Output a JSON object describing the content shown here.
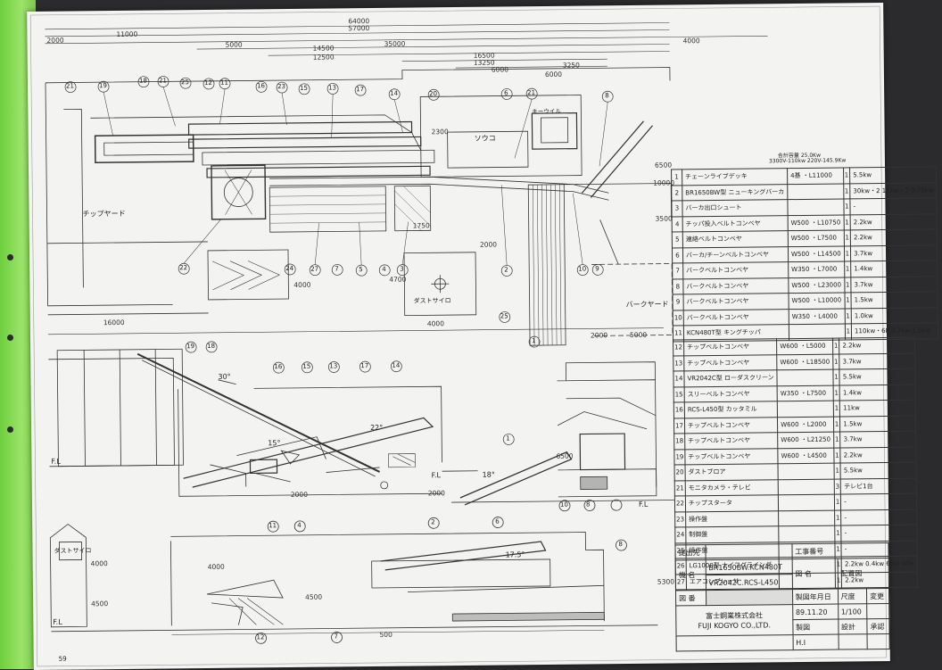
{
  "dimensions": {
    "top": [
      "64000",
      "57000",
      "2000",
      "11000",
      "5000",
      "14500",
      "12500",
      "35000",
      "16500",
      "13250",
      "6000",
      "6000",
      "3250",
      "4000",
      "2300",
      "10000",
      "6500",
      "3500",
      "2000",
      "4700",
      "4000",
      "16000",
      "2000",
      "5000",
      "4000",
      "1750"
    ],
    "side": [
      "2000",
      "2000",
      "6500",
      "4000",
      "4500",
      "4000",
      "500",
      "5300",
      "4500"
    ]
  },
  "labels": {
    "chip_yard": "チップヤード",
    "bark_yard": "バークヤード",
    "dust_silo": "ダストサイロ",
    "dust_silo_elev": "ダストサイロ",
    "souko": "ソウコ",
    "pool": "キーウイル",
    "fl1": "F.L",
    "fl2": "F.L",
    "fl3": "F.L",
    "fl4": "F.L",
    "angle1": "30°",
    "angle2": "15°",
    "angle3": "22°",
    "angle4": "18°",
    "angle5": "17.5°",
    "table_header1": "合計容量 25.0Kw",
    "table_header2": "3300V-110kw  220V-145.9Kw"
  },
  "callouts_plan": [
    "21",
    "19",
    "18",
    "21",
    "25",
    "12",
    "11",
    "16",
    "23",
    "15",
    "13",
    "17",
    "14",
    "20",
    "6",
    "21",
    "8",
    "22",
    "24",
    "27",
    "7",
    "5",
    "4",
    "3",
    "2",
    "10",
    "9",
    "25",
    "1"
  ],
  "callouts_elev": [
    "19",
    "18",
    "16",
    "15",
    "13",
    "17",
    "14",
    "1",
    "10",
    "8",
    "11",
    "4",
    "2",
    "6",
    "8",
    "12",
    "7"
  ],
  "equipment_top": [
    {
      "no": "1",
      "spec": "チェーンライブデッキ",
      "size": "4基 ・L11000",
      "qty": "1",
      "kw": "5.5kw"
    },
    {
      "no": "2",
      "spec": "BR1650BW型 ニューキングバーカ",
      "size": "",
      "qty": "1",
      "kw": "30kw・2 11kw・2 0.75kw"
    },
    {
      "no": "3",
      "spec": "バーカ出口シュート",
      "size": "",
      "qty": "1",
      "kw": "-"
    },
    {
      "no": "4",
      "spec": "チッパ投入ベルトコンベヤ",
      "size": "W500 ・L10750",
      "qty": "1",
      "kw": "2.2kw"
    },
    {
      "no": "5",
      "spec": "連絡ベルトコンベヤ",
      "size": "W500 ・L7500",
      "qty": "1",
      "kw": "2.2kw"
    },
    {
      "no": "6",
      "spec": "バーカ/チーンベルトコンベヤ",
      "size": "W500 ・L14500",
      "qty": "1",
      "kw": "3.7kw"
    },
    {
      "no": "7",
      "spec": "バークベルトコンベヤ",
      "size": "W350 ・L7000",
      "qty": "1",
      "kw": "1.4kw"
    },
    {
      "no": "8",
      "spec": "バークベルトコンベヤ",
      "size": "W500 ・L23000",
      "qty": "1",
      "kw": "3.7kw"
    },
    {
      "no": "9",
      "spec": "バークベルトコンベヤ",
      "size": "W500 ・L10000",
      "qty": "1",
      "kw": "1.5kw"
    },
    {
      "no": "10",
      "spec": "バークベルトコンベヤ",
      "size": "W350 ・L4000",
      "qty": "1",
      "kw": "1.0kw"
    },
    {
      "no": "11",
      "spec": "KCN480T型 キングチッパ",
      "size": "",
      "qty": "1",
      "kw": "110kw・6P 3.7kw 1.5kw"
    }
  ],
  "equipment_bottom": [
    {
      "no": "12",
      "spec": "チップベルトコンベヤ",
      "size": "W600 ・L5000",
      "qty": "1",
      "kw": "2.2kw"
    },
    {
      "no": "13",
      "spec": "チップベルトコンベヤ",
      "size": "W600 ・L18500",
      "qty": "1",
      "kw": "3.7kw"
    },
    {
      "no": "14",
      "spec": "VR2042C型 ローダスクリーン",
      "size": "",
      "qty": "1",
      "kw": "5.5kw"
    },
    {
      "no": "15",
      "spec": "スリーベルトコンベヤ",
      "size": "W350 ・L7500",
      "qty": "1",
      "kw": "1.4kw"
    },
    {
      "no": "16",
      "spec": "RCS-L450型 カッタミル",
      "size": "",
      "qty": "1",
      "kw": "11kw"
    },
    {
      "no": "17",
      "spec": "チップベルトコンベヤ",
      "size": "W600 ・L2000",
      "qty": "1",
      "kw": "1.5kw"
    },
    {
      "no": "18",
      "spec": "チップベルトコンベヤ",
      "size": "W600 ・L21250",
      "qty": "1",
      "kw": "3.7kw"
    },
    {
      "no": "19",
      "spec": "チップベルトコンベヤ",
      "size": "W600 ・L4500",
      "qty": "1",
      "kw": "2.2kw"
    },
    {
      "no": "20",
      "spec": "ダストブロア",
      "size": "",
      "qty": "1",
      "kw": "5.5kw"
    },
    {
      "no": "21",
      "spec": "モニタカメラ・テレビ",
      "size": "",
      "qty": "3",
      "kw": "テレビ1台"
    },
    {
      "no": "22",
      "spec": "チップスタータ",
      "size": "",
      "qty": "1",
      "kw": "-"
    },
    {
      "no": "23",
      "spec": "操作盤",
      "size": "",
      "qty": "1",
      "kw": "-"
    },
    {
      "no": "24",
      "spec": "制御盤",
      "size": "",
      "qty": "1",
      "kw": "-"
    },
    {
      "no": "25",
      "spec": "操作盤",
      "size": "",
      "qty": "1",
      "kw": "-"
    },
    {
      "no": "26",
      "spec": "LG1000型 ナイフグラインダ",
      "size": "",
      "qty": "1",
      "kw": "2.2kw 0.4kw 60w 40w"
    },
    {
      "no": "27",
      "spec": "エアコンプレッサ",
      "size": "",
      "qty": "1",
      "kw": "2.2kw"
    }
  ],
  "title_block": {
    "submit_to_label": "提出先",
    "project_no_label": "工事番号",
    "model_label": "機 名",
    "model_value1": "BR1650BW.KCN480T",
    "model_value2": "VR2042C.RCS-L450",
    "drawing_name_label": "図 名",
    "drawing_name_value": "配置図",
    "drawing_no_label": "図 番",
    "date_label": "製図年月日",
    "scale_label": "尺度",
    "change_label": "変更",
    "date_value": "89.11.20",
    "scale_value": "1/100",
    "company_jp": "富士鋼業株式会社",
    "company_en": "FUJI KOGYO CO.,LTD.",
    "drafted_label": "製図",
    "design_label": "設計",
    "approve_label": "承認",
    "drafter": "H.I"
  },
  "page_number": "59"
}
